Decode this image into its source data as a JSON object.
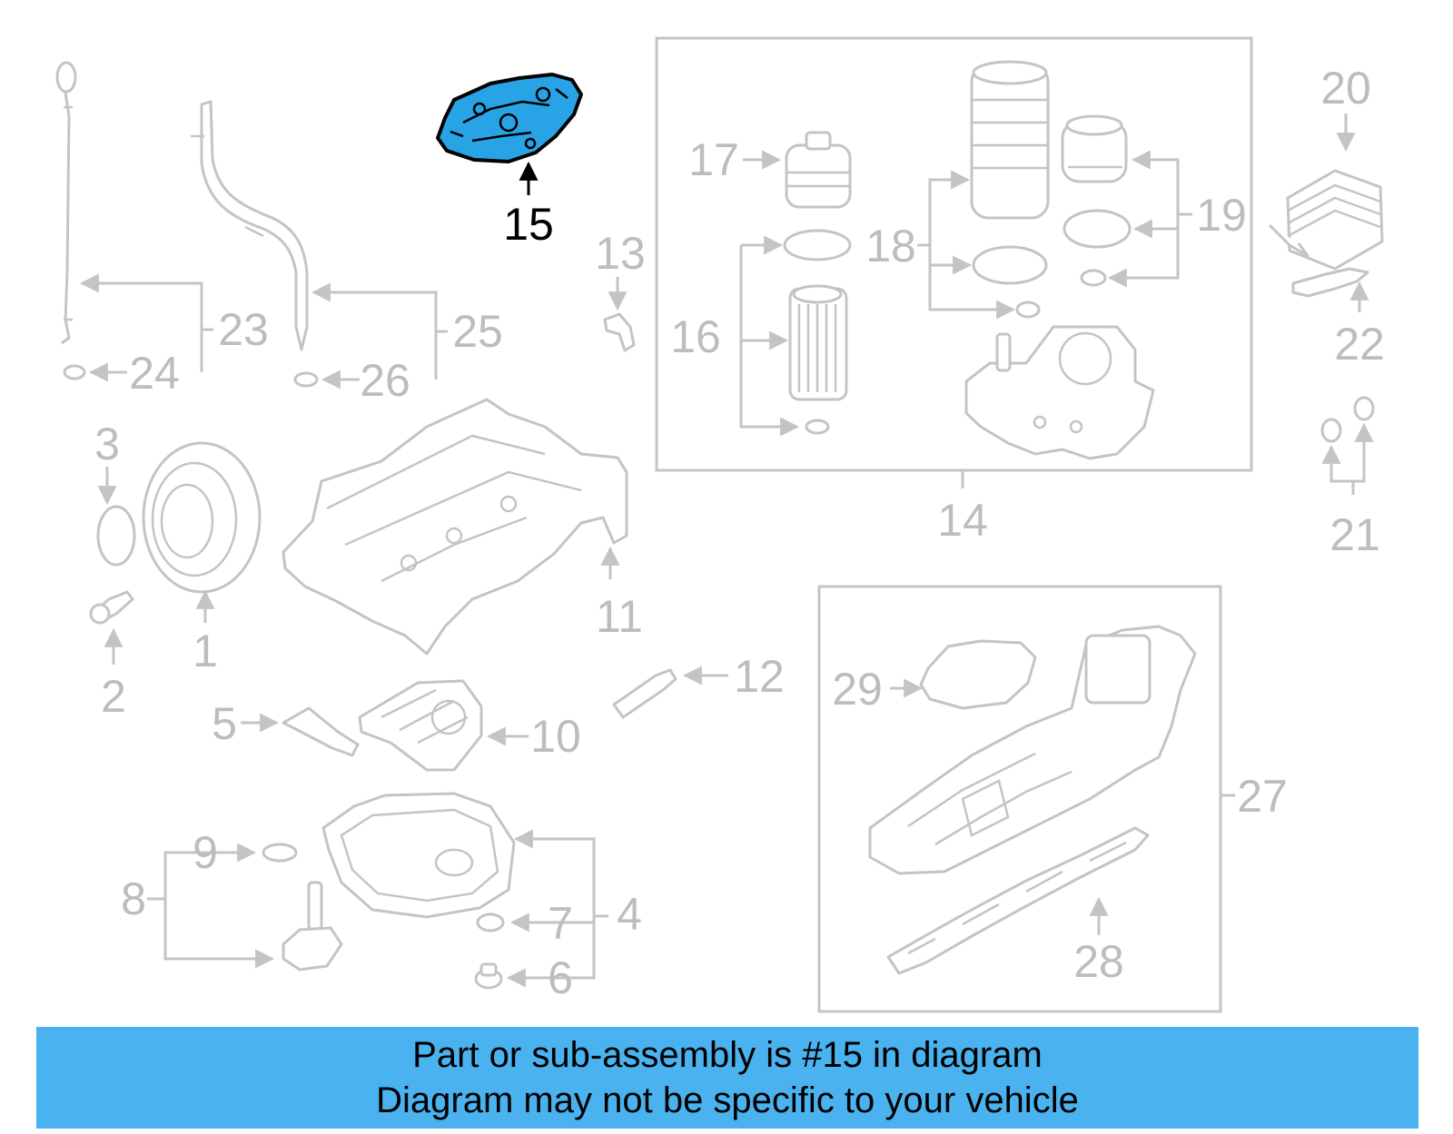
{
  "diagram": {
    "highlight_color": "#28a3e6",
    "callout_color": "#bdbdbd",
    "highlighted_part": "15",
    "callouts": [
      "1",
      "2",
      "3",
      "4",
      "5",
      "6",
      "7",
      "8",
      "9",
      "10",
      "11",
      "12",
      "13",
      "14",
      "15",
      "16",
      "17",
      "18",
      "19",
      "20",
      "21",
      "22",
      "23",
      "24",
      "25",
      "26",
      "27",
      "28",
      "29"
    ]
  },
  "banner": {
    "line1": "Part or sub-assembly is #15 in diagram",
    "line2": "Diagram may not be specific to your vehicle",
    "background": "#4ab3ef"
  }
}
